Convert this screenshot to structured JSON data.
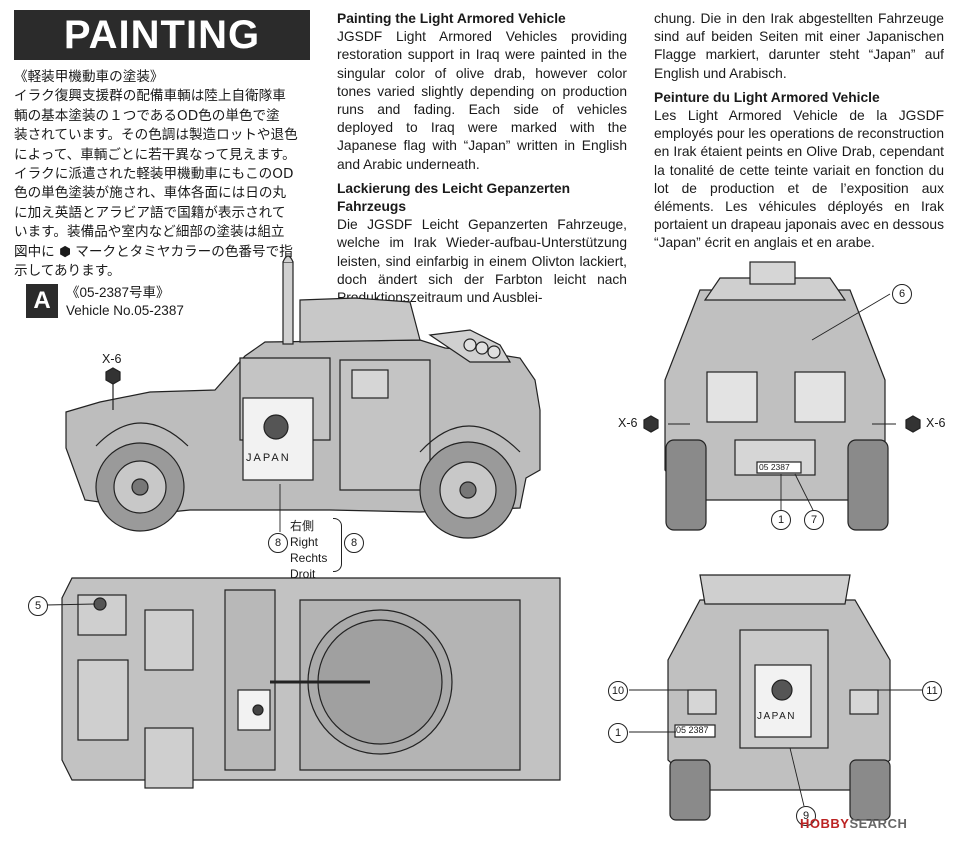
{
  "header": {
    "title": "PAINTING"
  },
  "japanese": {
    "heading": "《軽装甲機動車の塗装》",
    "lines": [
      "イラク復興支援群の配備車輌は陸上自衛隊車",
      "輌の基本塗装の１つであるOD色の単色で塗",
      "装されています。その色調は製造ロットや退色",
      "によって、車輌ごとに若干異なって見えます。",
      "イラクに派遣された軽装甲機動車にもこのOD",
      "色の単色塗装が施され、車体各面には日の丸",
      "に加え英語とアラビア語で国籍が表示されて",
      "います。装備品や室内など細部の塗装は組立",
      "図中に ⬢ マークとタミヤカラーの色番号で指",
      "示してあります。"
    ]
  },
  "english": {
    "heading": "Painting the Light Armored Vehicle",
    "body": "JGSDF Light Armored Vehicles providing restoration support in Iraq were painted in the singular color of olive drab, however color tones varied slightly depending on production runs and fading. Each side of vehicles deployed to Iraq were marked with the Japanese flag with “Japan” written in English and Arabic underneath."
  },
  "german": {
    "heading": "Lackierung des Leicht Gepanzerten Fahrzeugs",
    "body_part1": "Die JGSDF Leicht Gepanzerten Fahrzeuge, welche im Irak Wieder-aufbau-Unterstützung leisten, sind einfarbig in einem Olivton lackiert, doch ändert sich der Farbton leicht nach Produktionszeitraum und Ausblei-",
    "body_part2": "chung. Die in den Irak abgestellten Fahrzeuge sind auf beiden Seiten mit einer Japanischen Flagge markiert, darunter steht “Japan” auf English und Arabisch."
  },
  "french": {
    "heading": "Peinture du Light Armored Vehicle",
    "body": "Les Light Armored Vehicle de la JGSDF employés pour les operations de reconstruction en Irak étaient peints en Olive Drab, cependant la tonalité de cette teinte variait en fonction du lot de production et de l’exposition aux éléments. Les véhicules déployés en Irak portaient un drapeau japonais avec en dessous “Japan” écrit en anglais et en arabe."
  },
  "vehicle": {
    "badge": "A",
    "number_jp": "《05-2387号車》",
    "number_en": "Vehicle No.05-2387",
    "plate": "05 2387",
    "plate_front": "05 2387",
    "flag_text": "JAPAN",
    "paint_code": "X-6"
  },
  "side_label": {
    "jp": "右側",
    "en": "Right",
    "de": "Rechts",
    "fr": "Droit"
  },
  "callouts": [
    "1",
    "5",
    "6",
    "7",
    "8",
    "9",
    "10",
    "11"
  ],
  "watermark": {
    "brand": "HOBBY",
    "suffix": "SEARCH"
  },
  "colors": {
    "banner": "#2b2b2b",
    "flag_red": "#444444",
    "line": "#222222"
  }
}
